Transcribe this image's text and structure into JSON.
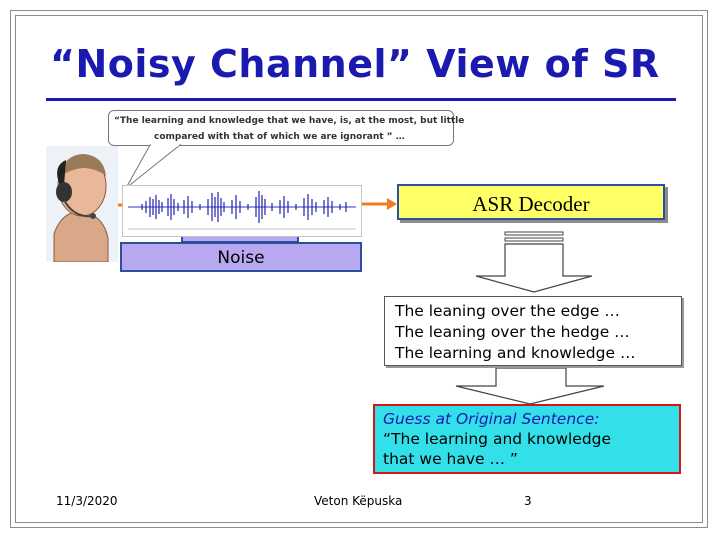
{
  "slide": {
    "title": "“Noisy Channel” View of SR",
    "quote_line1": "“The learning and knowledge that we have, is, at the most, but little",
    "quote_line2": "compared with that of which we are ignorant ” …",
    "decoder_label": "ASR Decoder",
    "noise_label": "Noise",
    "hypotheses": [
      "The leaning over the edge …",
      "The leaning over the hedge …",
      "The learning and knowledge …"
    ],
    "guess": {
      "heading": "Guess at Original Sentence:",
      "line1": "“The learning and knowledge",
      "line2": "that we have … ”"
    },
    "footer": {
      "date": "11/3/2020",
      "author": "Veton Këpuska",
      "page": "3"
    }
  },
  "colors": {
    "title": "#1a1ab0",
    "decoder_fill": "#ffff66",
    "noise_fill": "#b8a8f0",
    "guess_fill": "#33e0ea",
    "guess_border": "#d01818",
    "arrow_orange": "#f07a1e",
    "box_border": "#2d4fa0"
  },
  "icons": {
    "speaker": "person-with-headset-icon",
    "waveform": "speech-waveform-icon"
  }
}
